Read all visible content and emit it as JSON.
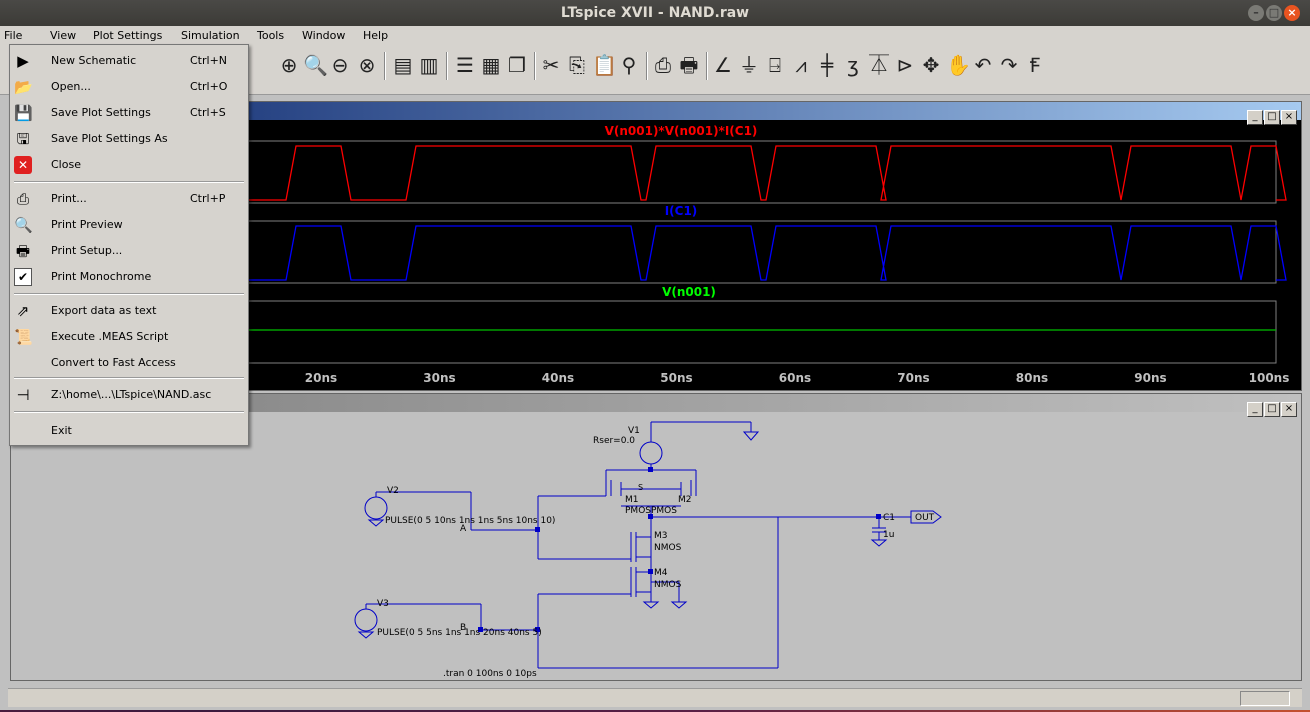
{
  "window": {
    "title": "LTspice XVII - NAND.raw"
  },
  "menubar": [
    "File",
    "View",
    "Plot Settings",
    "Simulation",
    "Tools",
    "Window",
    "Help"
  ],
  "file_menu": [
    {
      "label": "New Schematic",
      "shortcut": "Ctrl+N",
      "icon": "new-schematic-icon"
    },
    {
      "label": "Open...",
      "shortcut": "Ctrl+O",
      "icon": "open-folder-icon"
    },
    {
      "label": "Save Plot Settings",
      "shortcut": "Ctrl+S",
      "icon": "save-icon"
    },
    {
      "label": "Save Plot Settings As",
      "shortcut": "",
      "icon": "save-as-icon"
    },
    {
      "label": "Close",
      "shortcut": "",
      "icon": "close-icon"
    },
    {
      "label": "Print...",
      "shortcut": "Ctrl+P",
      "icon": "printer-icon"
    },
    {
      "label": "Print Preview",
      "shortcut": "",
      "icon": "print-preview-icon"
    },
    {
      "label": "Print Setup...",
      "shortcut": "",
      "icon": "print-setup-icon"
    },
    {
      "label": "Print Monochrome",
      "shortcut": "",
      "icon": "checkbox-icon"
    },
    {
      "label": "Export data as text",
      "shortcut": "",
      "icon": "export-icon"
    },
    {
      "label": "Execute .MEAS Script",
      "shortcut": "",
      "icon": "script-icon"
    },
    {
      "label": "Convert to Fast Access",
      "shortcut": "",
      "icon": ""
    },
    {
      "label": "Z:\\home\\...\\LTspice\\NAND.asc",
      "shortcut": "",
      "icon": "schematic-file-icon"
    },
    {
      "label": "Exit",
      "shortcut": "",
      "icon": ""
    }
  ],
  "plot": {
    "traces": [
      {
        "label": "V(n001)*V(n001)*I(C1)",
        "color": "#ff0000"
      },
      {
        "label": "I(C1)",
        "color": "#0000ff"
      },
      {
        "label": "V(n001)",
        "color": "#00ff00"
      }
    ],
    "x_ticks": [
      "20ns",
      "30ns",
      "40ns",
      "50ns",
      "60ns",
      "70ns",
      "80ns",
      "90ns",
      "100ns"
    ]
  },
  "schematic": {
    "v1_name": "V1",
    "v1_rser": "Rser=0.0",
    "v2_name": "V2",
    "v2_value": "PULSE(0 5 10ns 1ns 1ns 5ns 10ns 10)",
    "v3_name": "V3",
    "v3_value": "PULSE(0 5 5ns 1ns 1ns 20ns 40ns 5)",
    "m1": "M1",
    "m2": "M2",
    "pmos_label": "PMOSPMOS",
    "m3": "M3",
    "m4": "M4",
    "nmos": "NMOS",
    "c1": "C1",
    "c1_val": "1u",
    "out": "OUT",
    "node_a": "A",
    "node_b": "B",
    "node_s": "S",
    "tran": ".tran 0 100ns 0 10ps"
  }
}
